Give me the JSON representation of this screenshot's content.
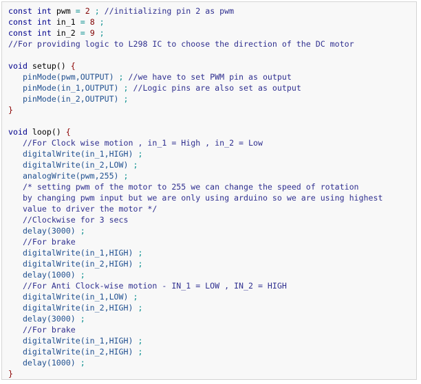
{
  "code": {
    "language": "arduino",
    "lines": [
      [
        {
          "t": "const",
          "k": "keyword"
        },
        {
          "t": " ",
          "k": "plain"
        },
        {
          "t": "int",
          "k": "keyword"
        },
        {
          "t": " pwm ",
          "k": "plain"
        },
        {
          "t": "=",
          "k": "op"
        },
        {
          "t": " 2 ",
          "k": "number"
        },
        {
          "t": ";",
          "k": "op"
        },
        {
          "t": " //initializing pin 2 as pwm",
          "k": "comment"
        }
      ],
      [
        {
          "t": "const",
          "k": "keyword"
        },
        {
          "t": " ",
          "k": "plain"
        },
        {
          "t": "int",
          "k": "keyword"
        },
        {
          "t": " in_1 ",
          "k": "plain"
        },
        {
          "t": "=",
          "k": "op"
        },
        {
          "t": " 8 ",
          "k": "number"
        },
        {
          "t": ";",
          "k": "op"
        }
      ],
      [
        {
          "t": "const",
          "k": "keyword"
        },
        {
          "t": " ",
          "k": "plain"
        },
        {
          "t": "int",
          "k": "keyword"
        },
        {
          "t": " in_2 ",
          "k": "plain"
        },
        {
          "t": "=",
          "k": "op"
        },
        {
          "t": " 9 ",
          "k": "number"
        },
        {
          "t": ";",
          "k": "op"
        }
      ],
      [
        {
          "t": "//For providing logic to L298 IC to choose the direction of the DC motor",
          "k": "comment"
        }
      ],
      [],
      [
        {
          "t": "void",
          "k": "keyword"
        },
        {
          "t": " setup() ",
          "k": "plain"
        },
        {
          "t": "{",
          "k": "brace"
        }
      ],
      [
        {
          "t": "   pinMode(pwm,OUTPUT) ",
          "k": "func"
        },
        {
          "t": ";",
          "k": "op"
        },
        {
          "t": " //we have to set PWM pin as output",
          "k": "comment"
        }
      ],
      [
        {
          "t": "   pinMode(in_1,OUTPUT) ",
          "k": "func"
        },
        {
          "t": ";",
          "k": "op"
        },
        {
          "t": " //Logic pins are also set as output",
          "k": "comment"
        }
      ],
      [
        {
          "t": "   pinMode(in_2,OUTPUT) ",
          "k": "func"
        },
        {
          "t": ";",
          "k": "op"
        }
      ],
      [
        {
          "t": "}",
          "k": "brace"
        }
      ],
      [],
      [
        {
          "t": "void",
          "k": "keyword"
        },
        {
          "t": " loop() ",
          "k": "plain"
        },
        {
          "t": "{",
          "k": "brace"
        }
      ],
      [
        {
          "t": "   //For Clock wise motion , in_1 = High , in_2 = Low",
          "k": "comment"
        }
      ],
      [
        {
          "t": "   digitalWrite(in_1,HIGH) ",
          "k": "func"
        },
        {
          "t": ";",
          "k": "op"
        }
      ],
      [
        {
          "t": "   digitalWrite(in_2,LOW) ",
          "k": "func"
        },
        {
          "t": ";",
          "k": "op"
        }
      ],
      [
        {
          "t": "   analogWrite(pwm,255) ",
          "k": "func"
        },
        {
          "t": ";",
          "k": "op"
        }
      ],
      [
        {
          "t": "   /* setting pwm of the motor to 255 we can change the speed of rotation",
          "k": "comment"
        }
      ],
      [
        {
          "t": "   by changing pwm input but we are only using arduino so we are using highest",
          "k": "comment"
        }
      ],
      [
        {
          "t": "   value to driver the motor */",
          "k": "comment"
        }
      ],
      [
        {
          "t": "   //Clockwise for 3 secs",
          "k": "comment"
        }
      ],
      [
        {
          "t": "   delay(3000) ",
          "k": "func"
        },
        {
          "t": ";",
          "k": "op"
        }
      ],
      [
        {
          "t": "   //For brake",
          "k": "comment"
        }
      ],
      [
        {
          "t": "   digitalWrite(in_1,HIGH) ",
          "k": "func"
        },
        {
          "t": ";",
          "k": "op"
        }
      ],
      [
        {
          "t": "   digitalWrite(in_2,HIGH) ",
          "k": "func"
        },
        {
          "t": ";",
          "k": "op"
        }
      ],
      [
        {
          "t": "   delay(1000) ",
          "k": "func"
        },
        {
          "t": ";",
          "k": "op"
        }
      ],
      [
        {
          "t": "   //For Anti Clock-wise motion - IN_1 = LOW , IN_2 = HIGH",
          "k": "comment"
        }
      ],
      [
        {
          "t": "   digitalWrite(in_1,LOW) ",
          "k": "func"
        },
        {
          "t": ";",
          "k": "op"
        }
      ],
      [
        {
          "t": "   digitalWrite(in_2,HIGH) ",
          "k": "func"
        },
        {
          "t": ";",
          "k": "op"
        }
      ],
      [
        {
          "t": "   delay(3000) ",
          "k": "func"
        },
        {
          "t": ";",
          "k": "op"
        }
      ],
      [
        {
          "t": "   //For brake",
          "k": "comment"
        }
      ],
      [
        {
          "t": "   digitalWrite(in_1,HIGH) ",
          "k": "func"
        },
        {
          "t": ";",
          "k": "op"
        }
      ],
      [
        {
          "t": "   digitalWrite(in_2,HIGH) ",
          "k": "func"
        },
        {
          "t": ";",
          "k": "op"
        }
      ],
      [
        {
          "t": "   delay(1000) ",
          "k": "func"
        },
        {
          "t": ";",
          "k": "op"
        }
      ],
      [
        {
          "t": "}",
          "k": "brace"
        }
      ]
    ]
  }
}
